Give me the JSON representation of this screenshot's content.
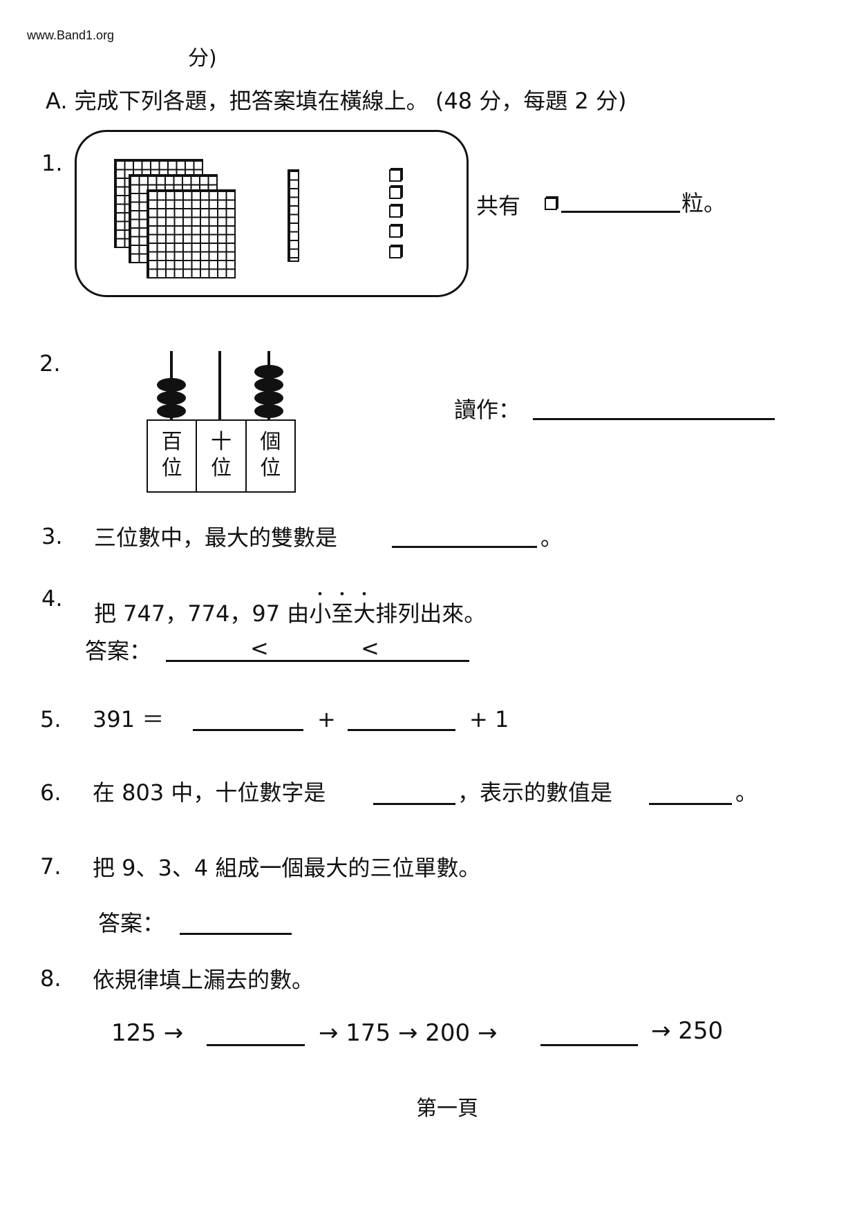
{
  "watermark": "www.Band1.org",
  "fragment_top": "分)",
  "section": {
    "label": "A.",
    "instruction": "完成下列各題，把答案填在橫線上。",
    "score": "(48 分，每題 2 分)"
  },
  "q1": {
    "num": "1.",
    "prefix": "共有",
    "suffix": "粒。",
    "icon": "unit-cube-icon"
  },
  "q2": {
    "num": "2.",
    "columns": [
      [
        "百",
        "位"
      ],
      [
        "十",
        "位"
      ],
      [
        "個",
        "位"
      ]
    ],
    "beads": {
      "hundreds": 3,
      "tens": 0,
      "ones": 4
    },
    "read_label": "讀作："
  },
  "q3": {
    "num": "3.",
    "text": "三位數中，最大的雙數是",
    "end": "。"
  },
  "q4": {
    "num": "4.",
    "text_a": "把 747，774，97 由",
    "emph": "小至大",
    "text_b": "排列出來。",
    "answer_label": "答案：",
    "lt": "<"
  },
  "q5": {
    "num": "5.",
    "lhs": "391 ＝",
    "plus": "+",
    "tail": "+ 1"
  },
  "q6": {
    "num": "6.",
    "text_a": "在 803 中，十位數字是",
    "text_b": "，表示的數值是",
    "end": "。"
  },
  "q7": {
    "num": "7.",
    "text": "把 9、3、4 組成一個最大的三位單數。",
    "answer_label": "答案："
  },
  "q8": {
    "num": "8.",
    "text": "依規律填上漏去的數。",
    "seq_a": "125 →",
    "seq_b": "→ 175 → 200 →",
    "seq_c": "→ 250"
  },
  "footer": "第一頁"
}
